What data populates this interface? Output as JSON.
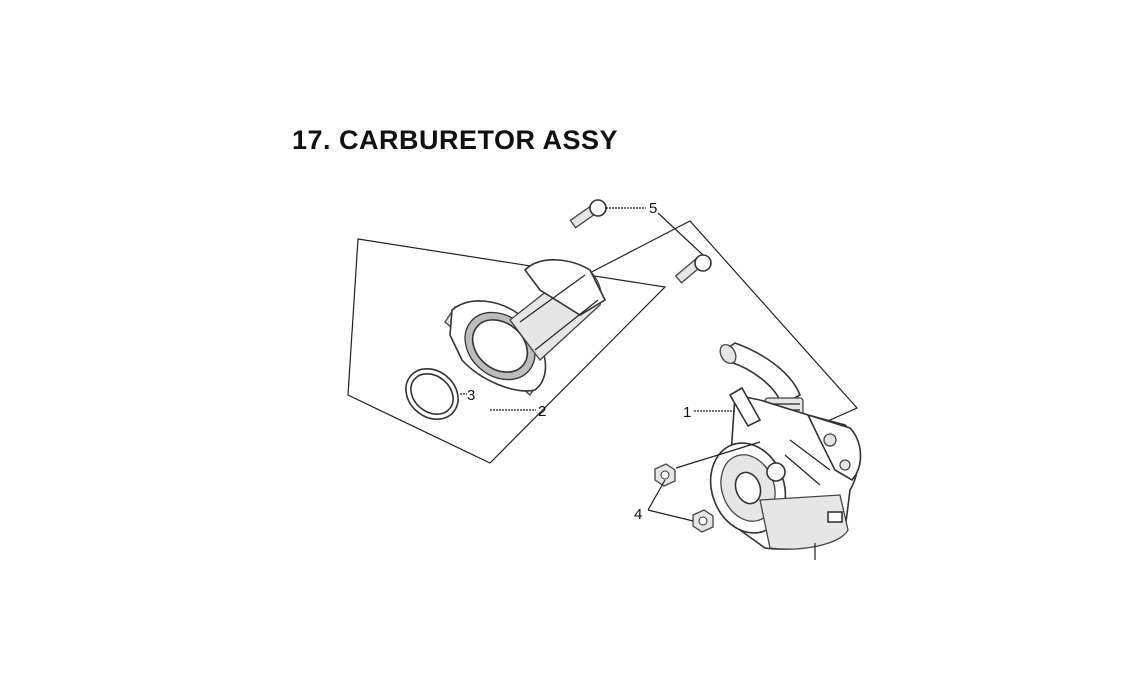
{
  "title": "17. CARBURETOR ASSY",
  "callouts": [
    {
      "id": "carburetor",
      "label": "1"
    },
    {
      "id": "insulator",
      "label": "2"
    },
    {
      "id": "o-ring",
      "label": "3"
    },
    {
      "id": "nut",
      "label": "4"
    },
    {
      "id": "bolt",
      "label": "5"
    }
  ]
}
